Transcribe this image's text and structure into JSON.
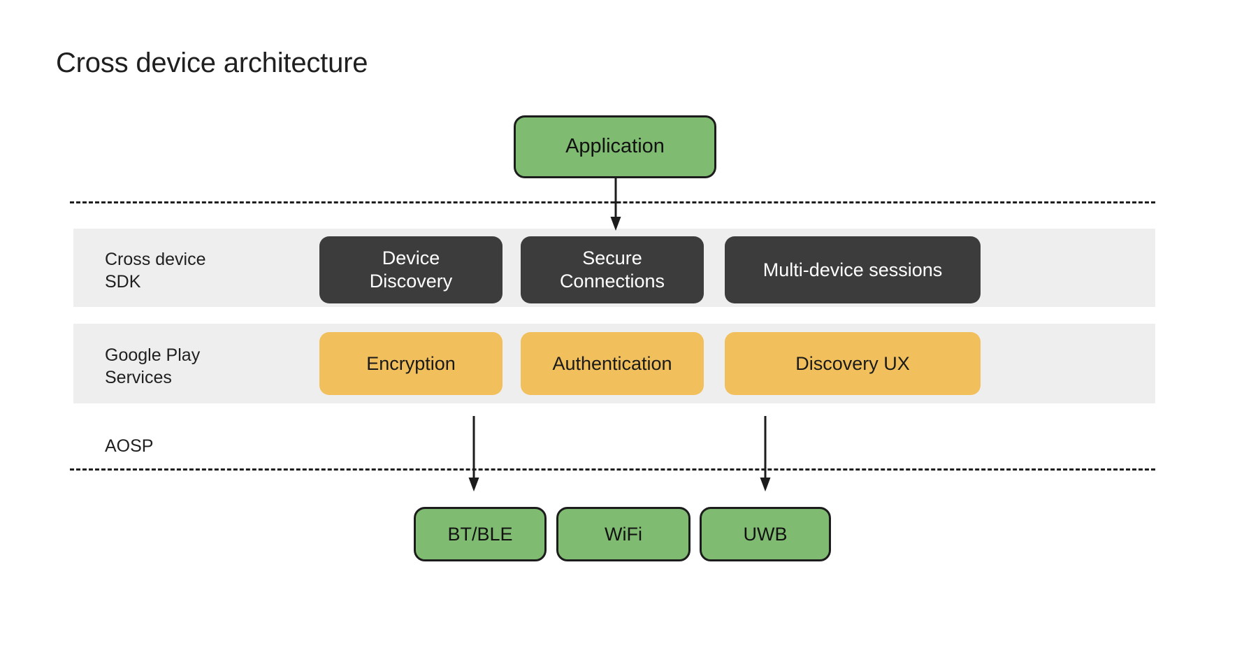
{
  "page": {
    "title": "Cross device architecture",
    "background": "#ffffff"
  },
  "colors": {
    "green_chip": "#7fbc72",
    "dark_chip": "#3c3c3c",
    "amber_chip": "#f1c05c",
    "band_grey": "#eeeeee",
    "outline": "#1c1c1c",
    "text_dark": "#1f1f1f",
    "text_light": "#ffffff"
  },
  "top": {
    "application_label": "Application"
  },
  "layers": [
    {
      "name": "cross-device-sdk",
      "label": "Cross device\nSDK",
      "chips": [
        {
          "name": "device-discovery",
          "label": "Device\nDiscovery"
        },
        {
          "name": "secure-connections",
          "label": "Secure\nConnections"
        },
        {
          "name": "multi-device-sessions",
          "label": "Multi-device sessions"
        }
      ]
    },
    {
      "name": "google-play-services",
      "label": "Google Play\nServices",
      "chips": [
        {
          "name": "encryption",
          "label": "Encryption"
        },
        {
          "name": "authentication",
          "label": "Authentication"
        },
        {
          "name": "discovery-ux",
          "label": "Discovery UX"
        }
      ]
    },
    {
      "name": "aosp",
      "label": "AOSP",
      "chips": []
    }
  ],
  "transports": [
    {
      "name": "bt-ble",
      "label": "BT/BLE"
    },
    {
      "name": "wifi",
      "label": "WiFi"
    },
    {
      "name": "uwb",
      "label": "UWB"
    }
  ],
  "connectors": [
    {
      "name": "application-to-sdk",
      "from": "Application",
      "to": "Cross device SDK"
    },
    {
      "name": "gps-to-btble",
      "from": "Google Play Services",
      "to": "BT/BLE"
    },
    {
      "name": "gps-to-uwb",
      "from": "Google Play Services",
      "to": "UWB"
    }
  ]
}
